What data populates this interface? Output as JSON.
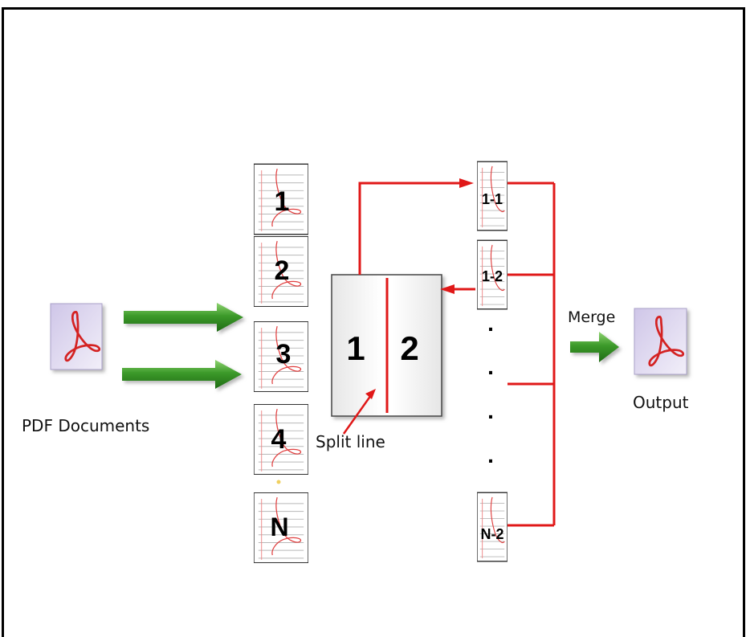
{
  "labels": {
    "input": "PDF Documents",
    "split": "Split line",
    "merge": "Merge",
    "output": "Output"
  },
  "pages": [
    "1",
    "2",
    "3",
    "4",
    "N"
  ],
  "split_halves": [
    "1",
    "2"
  ],
  "split_pages": [
    "1-1",
    "1-2",
    "N-2"
  ],
  "ellipsis_dot": "."
}
